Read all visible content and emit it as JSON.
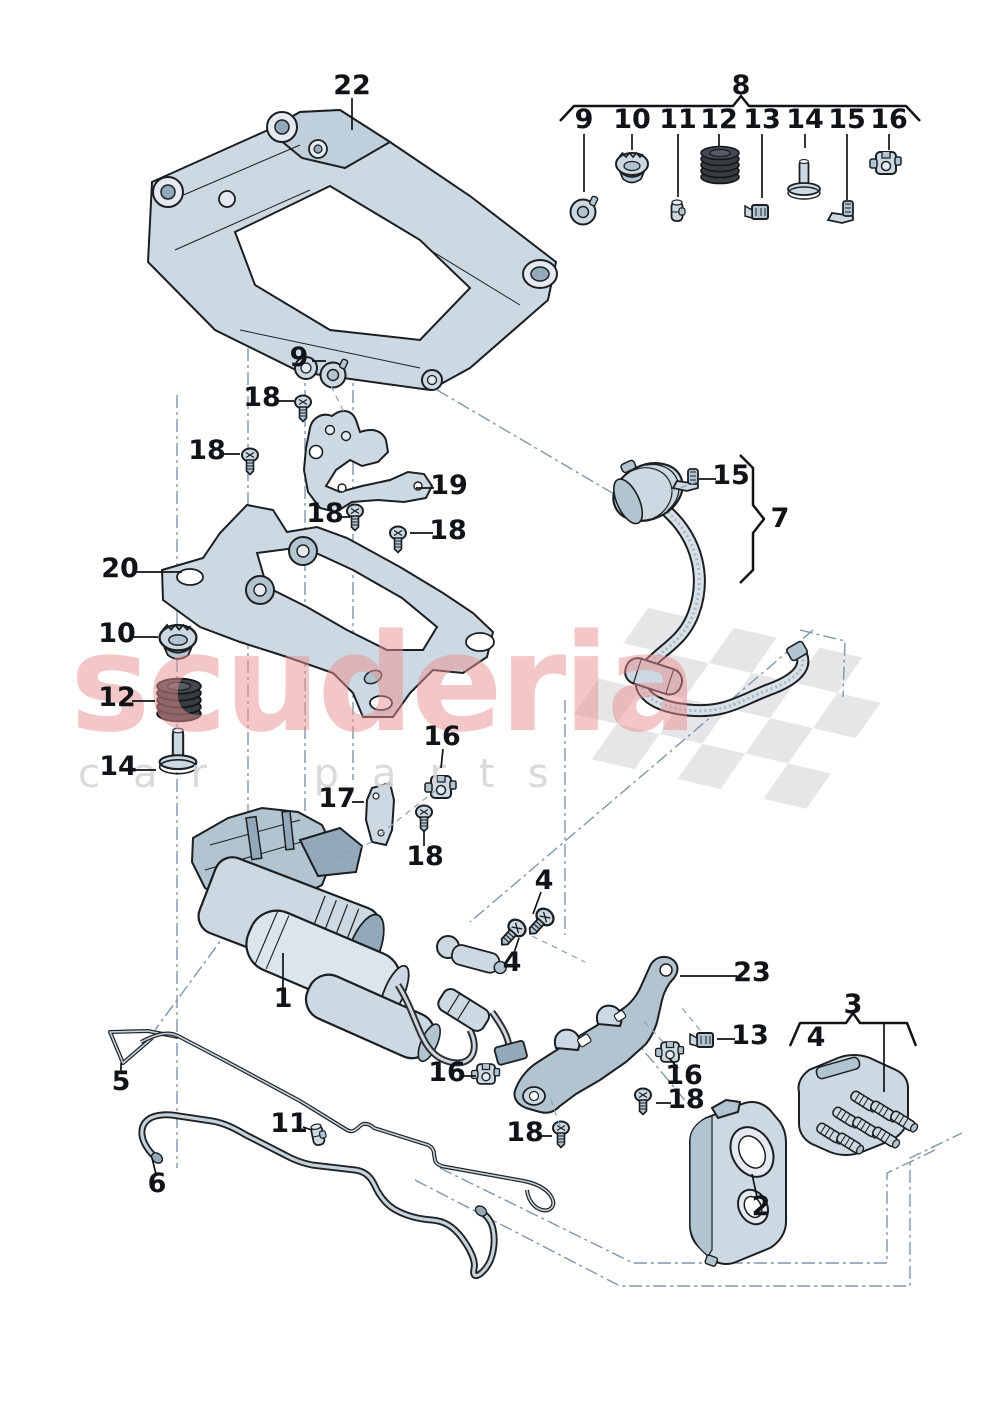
{
  "diagram": {
    "type": "exploded-parts-diagram",
    "subject": "air suspension compressor, mounting brackets, valve unit and pressure lines",
    "background_color": "#ffffff",
    "part_fill_color": "#ccd9e3",
    "outline_color": "#1c1f22",
    "construction_line_color": "#8096ad",
    "rubber_part_color": "#383d42"
  },
  "watermark": {
    "line1": "scuderia",
    "line2": "car parts",
    "line1_color": "#e78f8f",
    "line2_color": "#d6d6d6",
    "flag_color": "#e6e6e9"
  },
  "callouts": [
    {
      "id": "22",
      "text": "22"
    },
    {
      "id": "8",
      "text": "8"
    },
    {
      "id": "9g",
      "text": "9"
    },
    {
      "id": "10g",
      "text": "10"
    },
    {
      "id": "11g",
      "text": "11"
    },
    {
      "id": "12g",
      "text": "12"
    },
    {
      "id": "13g",
      "text": "13"
    },
    {
      "id": "14g",
      "text": "14"
    },
    {
      "id": "15g",
      "text": "15"
    },
    {
      "id": "16g",
      "text": "16"
    },
    {
      "id": "9",
      "text": "9"
    },
    {
      "id": "18a",
      "text": "18"
    },
    {
      "id": "18b",
      "text": "18"
    },
    {
      "id": "19",
      "text": "19"
    },
    {
      "id": "18c",
      "text": "18"
    },
    {
      "id": "18d",
      "text": "18"
    },
    {
      "id": "20",
      "text": "20"
    },
    {
      "id": "10",
      "text": "10"
    },
    {
      "id": "12",
      "text": "12"
    },
    {
      "id": "14",
      "text": "14"
    },
    {
      "id": "15",
      "text": "15"
    },
    {
      "id": "7",
      "text": "7"
    },
    {
      "id": "17",
      "text": "17"
    },
    {
      "id": "16a",
      "text": "16"
    },
    {
      "id": "18e",
      "text": "18"
    },
    {
      "id": "4a",
      "text": "4"
    },
    {
      "id": "4b",
      "text": "4"
    },
    {
      "id": "1",
      "text": "1"
    },
    {
      "id": "23",
      "text": "23"
    },
    {
      "id": "13b",
      "text": "13"
    },
    {
      "id": "16c",
      "text": "16"
    },
    {
      "id": "16d",
      "text": "16"
    },
    {
      "id": "18f",
      "text": "18"
    },
    {
      "id": "18g",
      "text": "18"
    },
    {
      "id": "5",
      "text": "5"
    },
    {
      "id": "11b",
      "text": "11"
    },
    {
      "id": "6",
      "text": "6"
    },
    {
      "id": "3",
      "text": "3"
    },
    {
      "id": "4c",
      "text": "4"
    },
    {
      "id": "2",
      "text": "2"
    }
  ]
}
